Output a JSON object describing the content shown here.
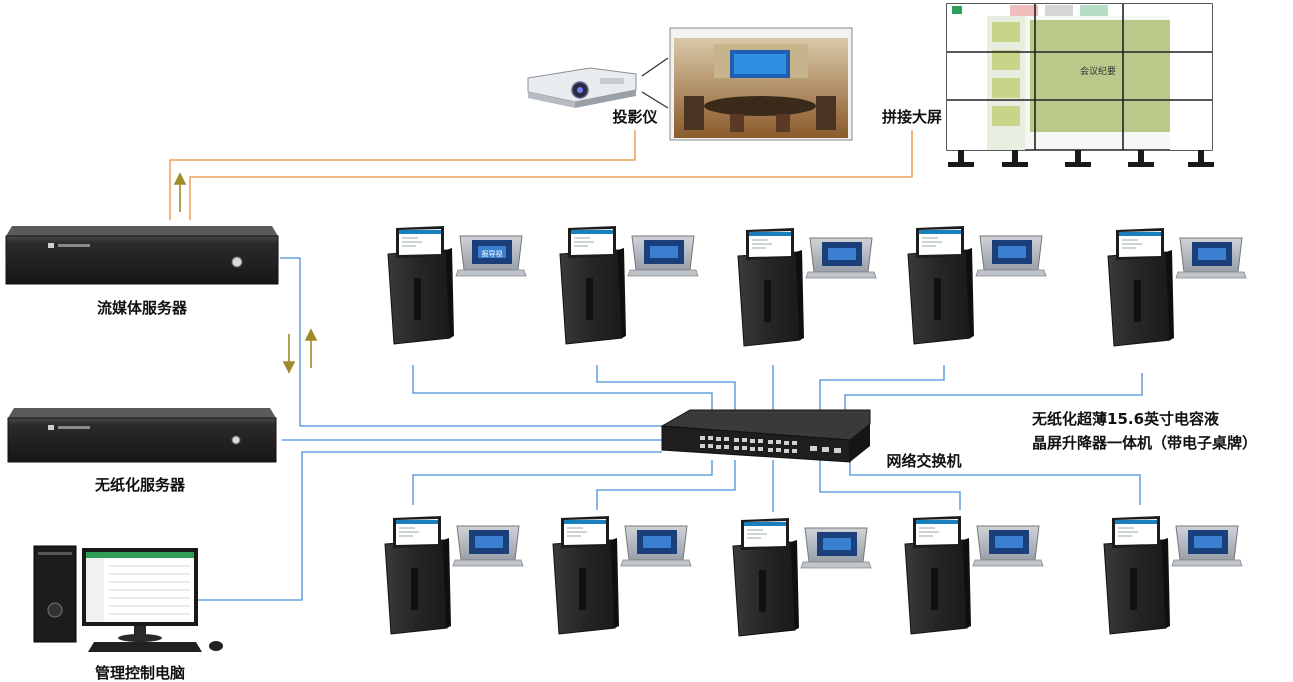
{
  "labels": {
    "projector": "投影仪",
    "video_wall": "拼接大屏",
    "streaming_server": "流媒体服务器",
    "paperless_server": "无纸化服务器",
    "admin_pc": "管理控制电脑",
    "switch": "网络交换机",
    "terminal_line1": "无纸化超薄15.6英寸电容液",
    "terminal_line2": "晶屏升降器一体机（带电子桌牌）"
  },
  "screen_text": {
    "wall_center": "会议纪要",
    "nameplate": "报导视"
  },
  "colors": {
    "av_link": "#e8913a",
    "net_link": "#4a90d9",
    "arrow": "#a08a2a",
    "device_dark": "#2a2a2a",
    "screen_accent": "#1a7fbf",
    "wall_bg": "#b8c98a"
  },
  "terminals": {
    "top_row_count": 5,
    "bottom_row_count": 5
  }
}
